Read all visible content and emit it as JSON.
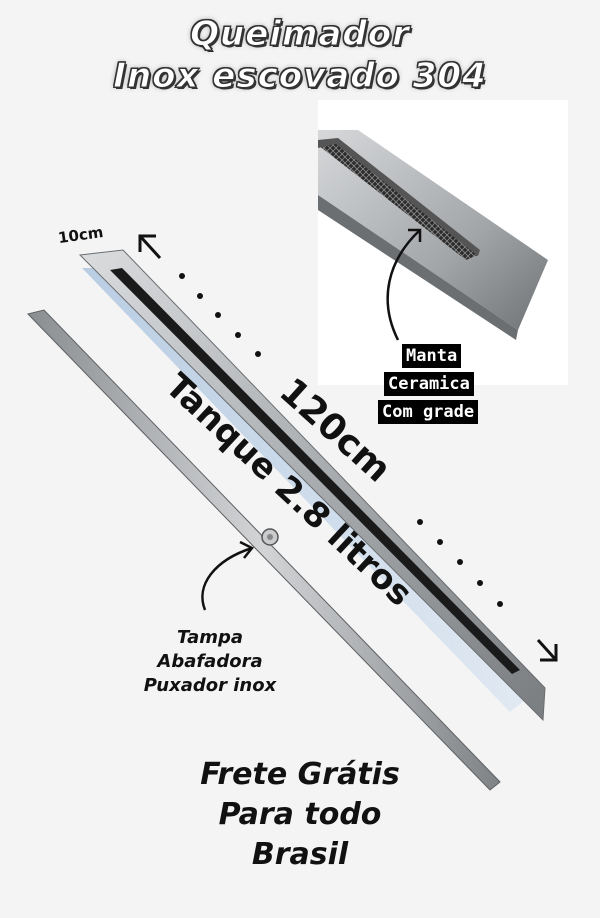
{
  "title": {
    "line1": "Queimador",
    "line2": "Inox escovado 304"
  },
  "dimensions": {
    "width_label": "10cm",
    "length_label": "120cm",
    "tank_label": "Tanque 2.8 litros"
  },
  "inset": {
    "label_lines": [
      "Manta",
      "Ceramica",
      "Com grade"
    ]
  },
  "lid": {
    "label_lines": [
      "Tampa",
      "Abafadora",
      "Puxador inox"
    ]
  },
  "shipping": {
    "lines": [
      "Frete Grátis",
      "Para todo",
      "Brasil"
    ]
  },
  "colors": {
    "steel_light": "#cfd2d4",
    "steel_dark": "#7d8084",
    "tank_blue": "#c8d8ea",
    "label_bg": "#000000",
    "text": "#111111"
  }
}
